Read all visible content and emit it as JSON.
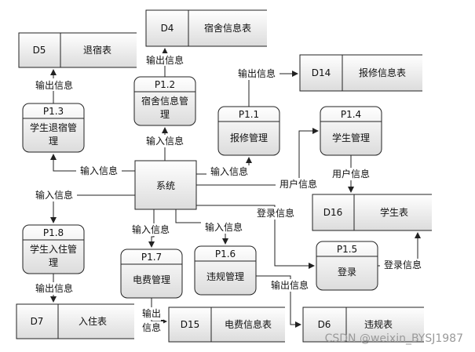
{
  "system": {
    "label": "系统"
  },
  "processes": [
    {
      "key": "p12",
      "id": "P1.2",
      "name": [
        "宿舍信息管",
        "理"
      ]
    },
    {
      "key": "p11",
      "id": "P1.1",
      "name": [
        "报修管理"
      ]
    },
    {
      "key": "p14",
      "id": "P1.4",
      "name": [
        "学生管理"
      ]
    },
    {
      "key": "p13",
      "id": "P1.3",
      "name": [
        "学生退宿管",
        "理"
      ]
    },
    {
      "key": "p18",
      "id": "P1.8",
      "name": [
        "学生入住管",
        "理"
      ]
    },
    {
      "key": "p17",
      "id": "P1.7",
      "name": [
        "电费管理"
      ]
    },
    {
      "key": "p16",
      "id": "P1.6",
      "name": [
        "违规管理"
      ]
    },
    {
      "key": "p15",
      "id": "P1.5",
      "name": [
        "登录"
      ]
    }
  ],
  "stores": [
    {
      "key": "d4",
      "id": "D4",
      "name": "宿舍信息表"
    },
    {
      "key": "d5",
      "id": "D5",
      "name": "退宿表"
    },
    {
      "key": "d14",
      "id": "D14",
      "name": "报修信息表"
    },
    {
      "key": "d16",
      "id": "D16",
      "name": "学生表"
    },
    {
      "key": "d7",
      "id": "D7",
      "name": "入住表"
    },
    {
      "key": "d15",
      "id": "D15",
      "name": "电费信息表"
    },
    {
      "key": "d6",
      "id": "D6",
      "name": "违规表"
    }
  ],
  "flows": {
    "out_d4": "输出信息",
    "out_d5": "输出信息",
    "out_d14": "输出信息",
    "in_p12": "输入信息",
    "in_p13": "输入信息",
    "in_p11": "输入信息",
    "user_info": "用户信息",
    "user_info_d16": "用户信息",
    "in_p18": "输入信息",
    "login_info": "登录信息",
    "in_p17": "输入信息",
    "in_p16": "输入信息",
    "out_d7": "输出信息",
    "out_d15_a": "输出",
    "out_d15_b": "信息",
    "out_d6": "输出信息",
    "login_info_d16": "登录信息"
  },
  "watermark": "CSDN @weixin_BYSJ1987"
}
